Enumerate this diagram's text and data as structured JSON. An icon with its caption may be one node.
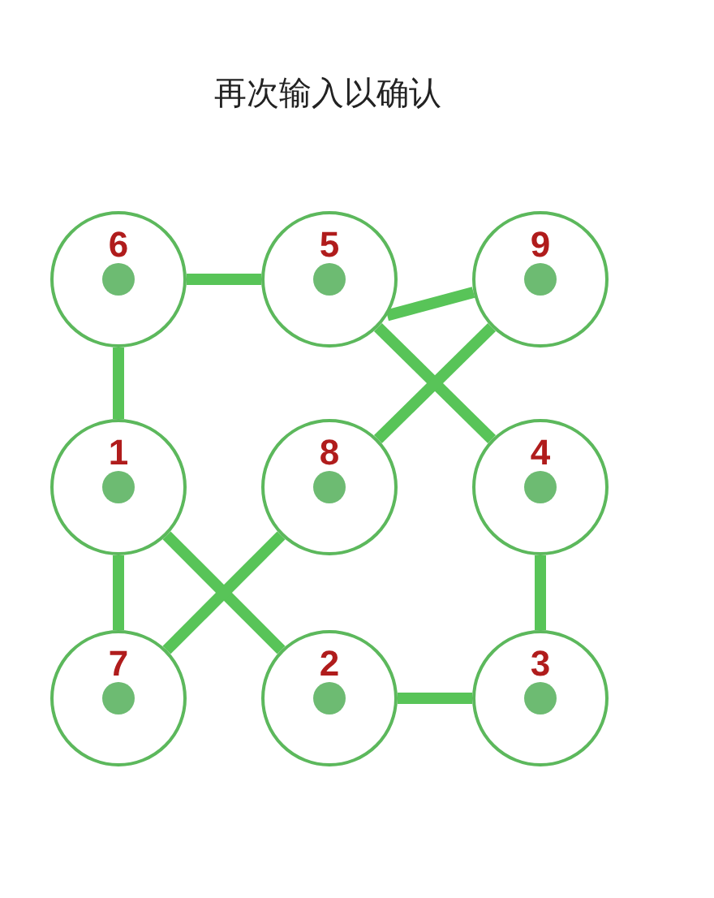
{
  "diagram": {
    "title": "再次输入以确认",
    "nodes": [
      {
        "text": [
          "6"
        ]
      },
      {
        "text": [
          "5"
        ]
      },
      {
        "text": [
          "9"
        ]
      },
      {
        "text": [
          "1"
        ]
      },
      {
        "text": [
          "8"
        ]
      },
      {
        "text": [
          "4"
        ]
      },
      {
        "text": [
          "7"
        ]
      },
      {
        "text": [
          "2"
        ]
      },
      {
        "text": [
          "3"
        ]
      }
    ],
    "edges": [
      {
        "from": 0,
        "to": 1,
        "arrow": "none"
      },
      {
        "from": 0,
        "to": 3,
        "arrow": "none"
      },
      {
        "from": 1,
        "to": 2,
        "arrow": "none"
      },
      {
        "from": 1,
        "to": 5,
        "arrow": "none"
      },
      {
        "from": 2,
        "to": 4,
        "arrow": "none"
      },
      {
        "from": 3,
        "to": 6,
        "arrow": "none"
      },
      {
        "from": 3,
        "to": 7,
        "arrow": "none"
      },
      {
        "from": 4,
        "to": 6,
        "arrow": "none"
      },
      {
        "from": 5,
        "to": 8,
        "arrow": "none"
      },
      {
        "from": 7,
        "to": 8,
        "arrow": "none"
      }
    ]
  }
}
